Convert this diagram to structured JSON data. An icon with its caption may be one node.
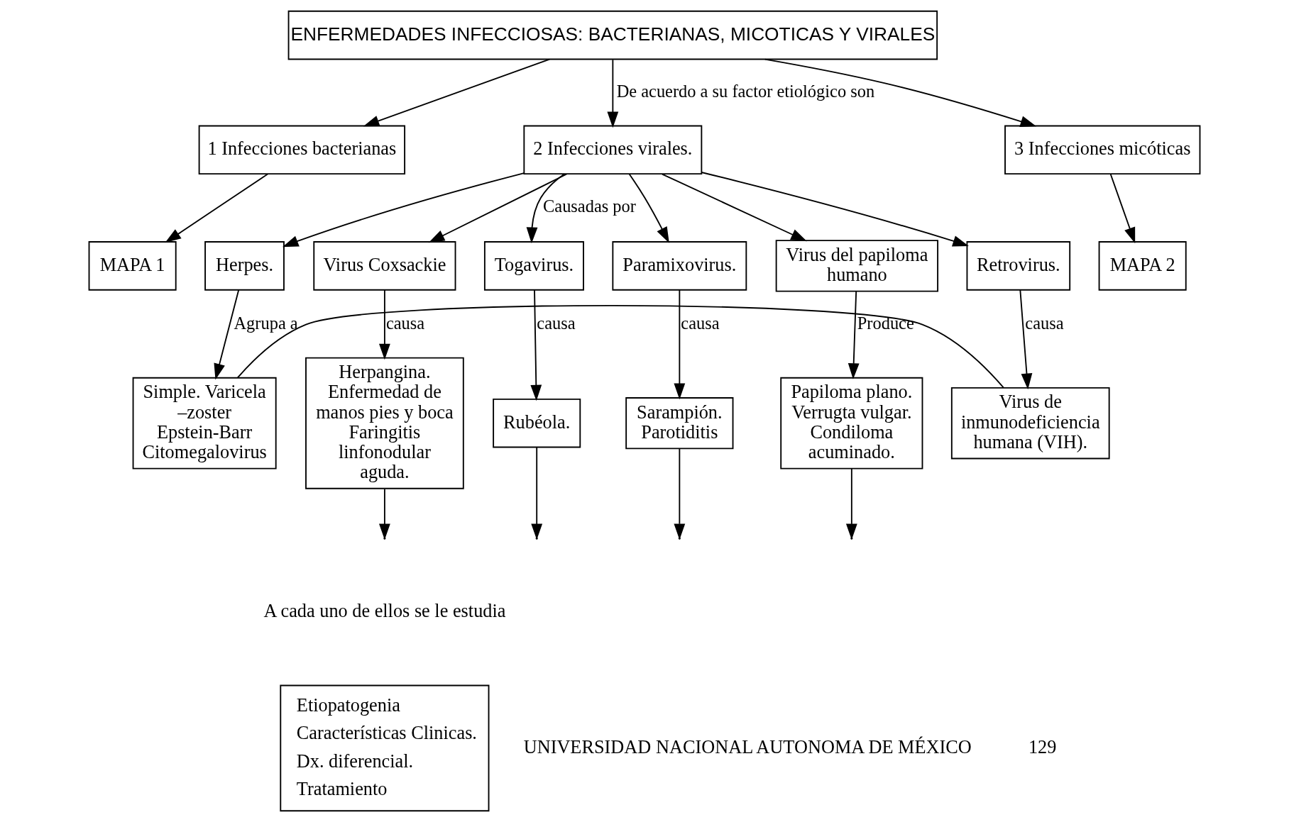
{
  "diagram": {
    "nodes": [
      {
        "text": [
          "ENFERMEDADES INFECCIOSAS: BACTERIANAS, MICOTICAS Y VIRALES"
        ]
      },
      {
        "text": [
          "1 Infecciones bacterianas"
        ]
      },
      {
        "text": [
          "2 Infecciones virales."
        ]
      },
      {
        "text": [
          "3 Infecciones micóticas"
        ]
      },
      {
        "text": [
          "MAPA 1"
        ]
      },
      {
        "text": [
          "MAPA 2"
        ]
      },
      {
        "text": [
          "Herpes."
        ]
      },
      {
        "text": [
          "Virus Coxsackie"
        ]
      },
      {
        "text": [
          "Togavirus."
        ]
      },
      {
        "text": [
          "Paramixovirus."
        ]
      },
      {
        "text": [
          "Virus del papiloma humano"
        ]
      },
      {
        "text": [
          "Retrovirus."
        ]
      },
      {
        "text": [
          "Simple. Varicela –zoster Epstein-Barr Citomegalovirus"
        ]
      },
      {
        "text": [
          "Herpangina. Enfermedad de manos pies y boca Faringitis linfonodular aguda."
        ]
      },
      {
        "text": [
          "Rubéola."
        ]
      },
      {
        "text": [
          "Sarampión. Parotiditis"
        ]
      },
      {
        "text": [
          "Papiloma plano. Verrugta vulgar. Condiloma acuminado."
        ]
      },
      {
        "text": [
          "Virus de inmunodeficiencia humana (VIH)."
        ]
      },
      {
        "text": [
          "Etiopatogenia",
          "Características Clinicas.",
          "Dx. diferencial.",
          "Tratamiento"
        ]
      }
    ],
    "edges": [
      {
        "from": 0,
        "to": 1,
        "arrow": "to"
      },
      {
        "from": 0,
        "to": 2,
        "arrow": "to",
        "label": "De acuerdo a su factor etiológico son"
      },
      {
        "from": 0,
        "to": 3,
        "arrow": "to"
      },
      {
        "from": 1,
        "to": 4,
        "arrow": "to"
      },
      {
        "from": 3,
        "to": 5,
        "arrow": "to"
      },
      {
        "from": 2,
        "to": 6,
        "arrow": "to"
      },
      {
        "from": 2,
        "to": 7,
        "arrow": "to"
      },
      {
        "from": 2,
        "to": 8,
        "arrow": "to",
        "label": "Causadas por"
      },
      {
        "from": 2,
        "to": 9,
        "arrow": "to"
      },
      {
        "from": 2,
        "to": 10,
        "arrow": "to"
      },
      {
        "from": 2,
        "to": 11,
        "arrow": "to"
      },
      {
        "from": 6,
        "to": 12,
        "arrow": "to",
        "label": "Agrupa a"
      },
      {
        "from": 7,
        "to": 13,
        "arrow": "to",
        "label": "causa"
      },
      {
        "from": 8,
        "to": 14,
        "arrow": "to",
        "label": "causa"
      },
      {
        "from": 9,
        "to": 15,
        "arrow": "to",
        "label": "causa"
      },
      {
        "from": 10,
        "to": 16,
        "arrow": "to",
        "label": "Produce"
      },
      {
        "from": 11,
        "to": 17,
        "arrow": "to",
        "label": "causa"
      },
      {
        "from": 13,
        "to": null,
        "arrow": "to"
      },
      {
        "from": 14,
        "to": null,
        "arrow": "to"
      },
      {
        "from": 15,
        "to": null,
        "arrow": "to"
      },
      {
        "from": 16,
        "to": null,
        "arrow": "to"
      },
      {
        "from": 12,
        "to": 17,
        "arrow": "none"
      }
    ],
    "labels": [
      "A cada uno de ellos se le estudia",
      "UNIVERSIDAD NACIONAL AUTONOMA DE MÉXICO",
      "129"
    ]
  }
}
